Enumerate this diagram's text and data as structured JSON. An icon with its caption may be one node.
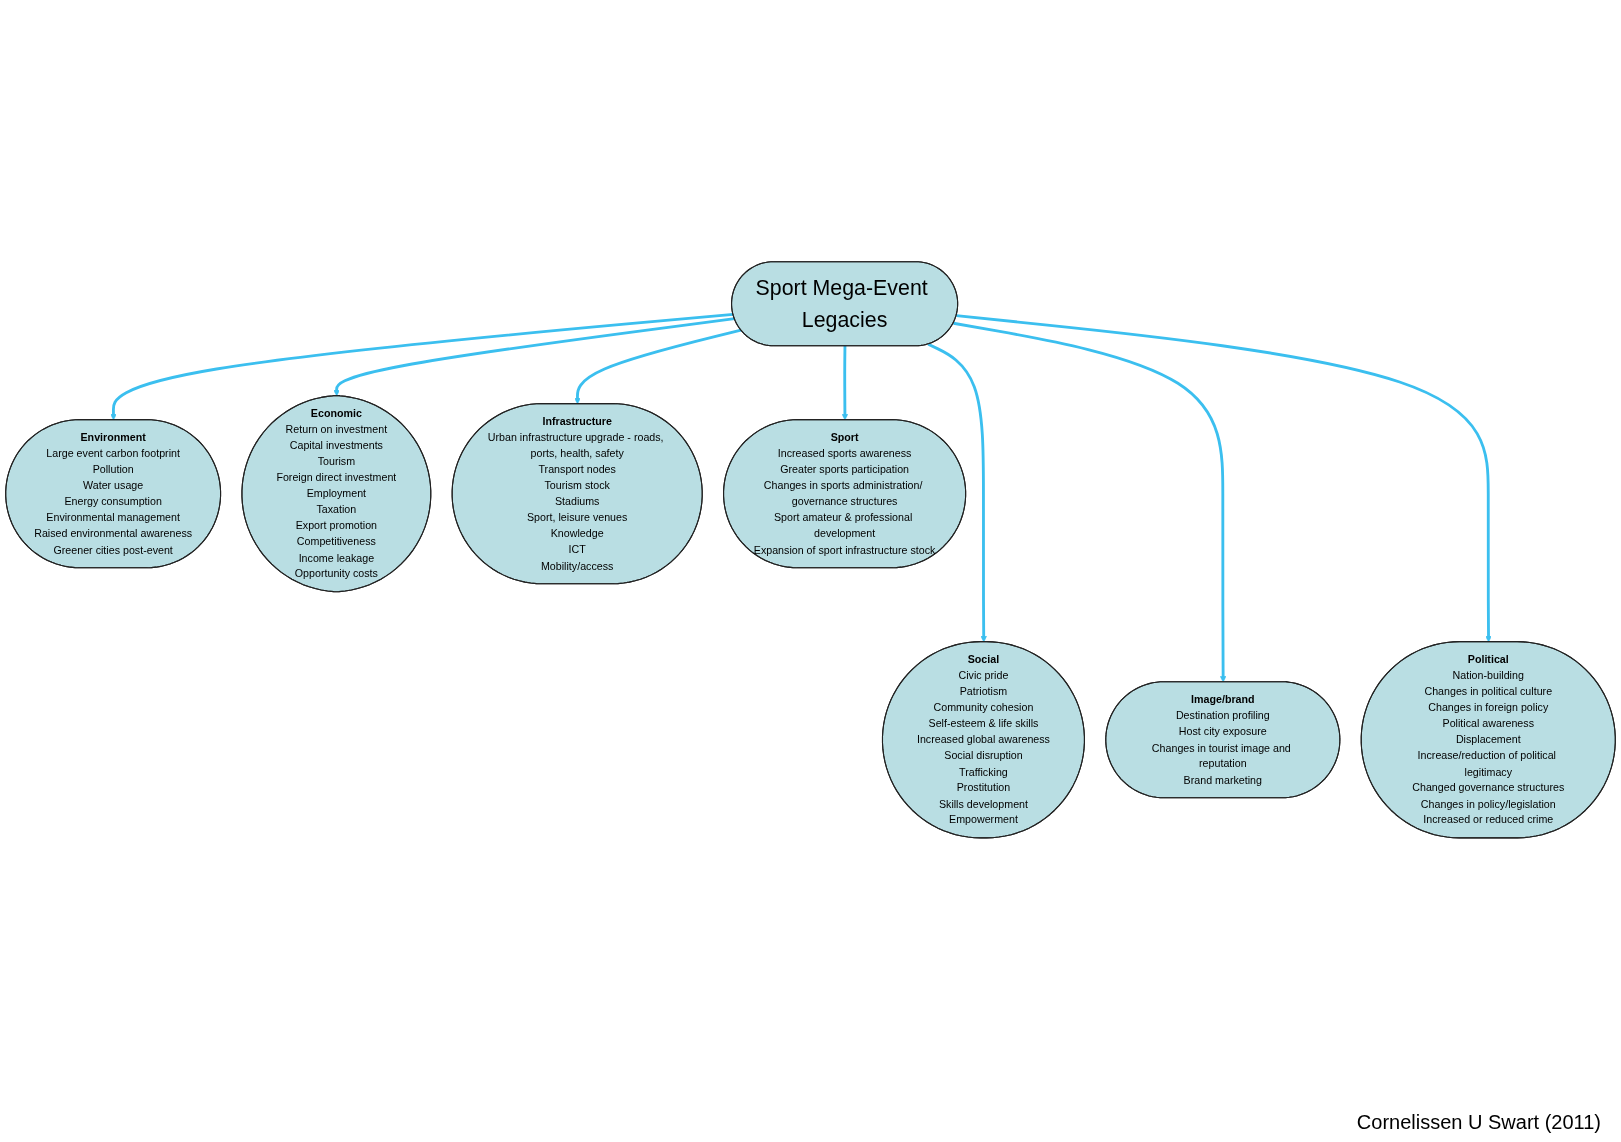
{
  "diagram": {
    "nodes": [
      {
        "text": [
          "Environment",
          "Large event carbon footprint",
          "Pollution",
          "Water usage",
          "Energy consumption",
          "Environmental management",
          "Raised environmental awareness",
          "Greener cities post-event"
        ]
      },
      {
        "text": [
          "Economic",
          "Return on investment",
          "Capital investments",
          "Tourism",
          "Foreign direct investment",
          "Employment",
          "Taxation",
          "Export promotion",
          "Competitiveness",
          "Income leakage",
          "Opportunity costs"
        ]
      },
      {
        "text": [
          "Infrastructure",
          "Urban infrastructure upgrade - roads, ports, health, safety",
          "Transport nodes",
          "Tourism stock",
          "Stadiums",
          "Sport, leisure venues",
          "Knowledge",
          "ICT",
          "Mobility/access"
        ]
      },
      {
        "text": [
          "Sport",
          "Increased sports awareness",
          "Greater sports participation",
          "Changes in sports administration/ governance structures",
          "Sport amateur & professional development",
          "Expansion of sport infrastructure stock"
        ]
      },
      {
        "text": [
          "Sport Mega-Event Legacies"
        ]
      },
      {
        "text": [
          "Social",
          "Civic pride",
          "Patriotism",
          "Community cohesion",
          "Self-esteem & life skills",
          "Increased global awareness",
          "Social disruption",
          "Trafficking",
          "Prostitution",
          "Skills development",
          "Empowerment"
        ]
      },
      {
        "text": [
          "Image/brand",
          "Destination profiling",
          "Host city exposure",
          "Changes in tourist image and reputation",
          "Brand marketing"
        ]
      },
      {
        "text": [
          "Political",
          "Nation-building",
          "Changes in political culture",
          "Changes in foreign policy",
          "Political awareness",
          "Displacement",
          "Increase/reduction of political legitimacy",
          "Changed governance structures",
          "Changes in policy/legislation",
          "Increased or reduced crime"
        ]
      }
    ],
    "edges": [
      {
        "from": 4,
        "to": 0,
        "arrow": "to"
      },
      {
        "from": 4,
        "to": 1,
        "arrow": "to"
      },
      {
        "from": 4,
        "to": 2,
        "arrow": "to"
      },
      {
        "from": 4,
        "to": 3,
        "arrow": "to"
      },
      {
        "from": 4,
        "to": 5,
        "arrow": "to"
      },
      {
        "from": 4,
        "to": 6,
        "arrow": "to"
      },
      {
        "from": 4,
        "to": 7,
        "arrow": "to"
      }
    ],
    "labels": [
      "Cornelissen U Swart (2011)"
    ]
  }
}
